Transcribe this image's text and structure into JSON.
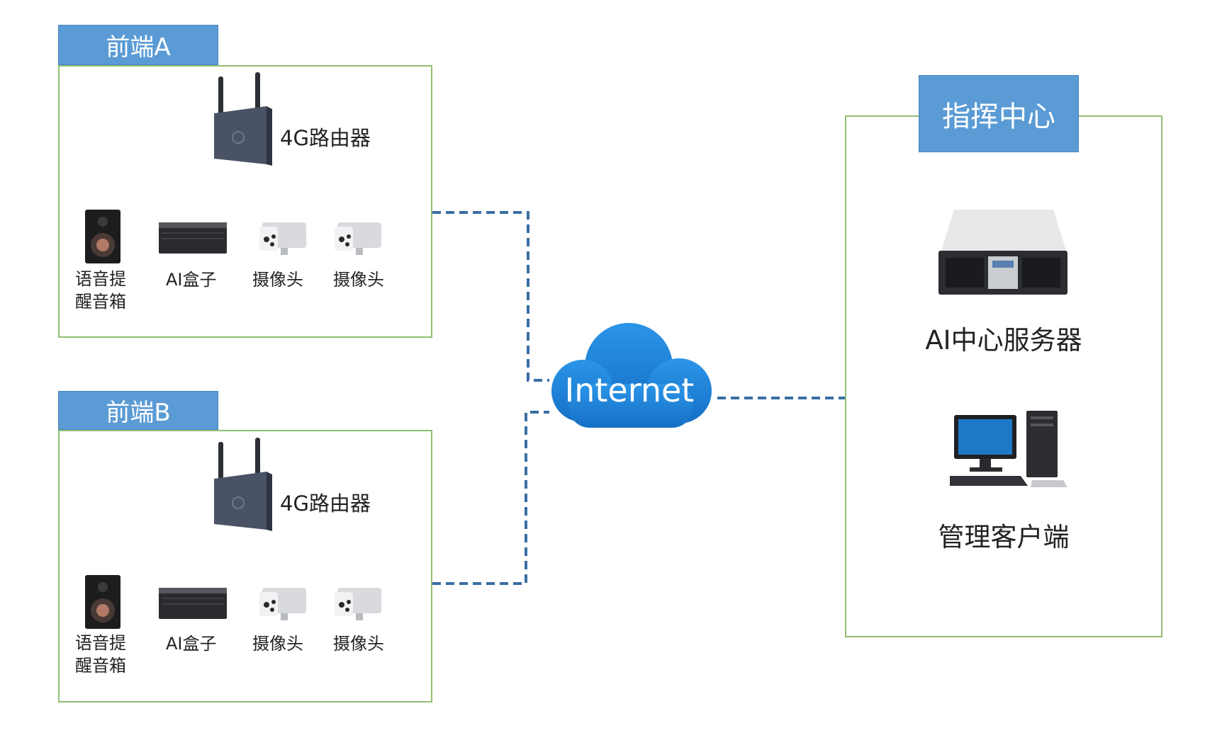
{
  "front_a": {
    "title": "前端A",
    "router": "4G路由器",
    "speaker": "语音提\n醒音箱",
    "ai_box": "AI盒子",
    "camera1": "摄像头",
    "camera2": "摄像头"
  },
  "front_b": {
    "title": "前端B",
    "router": "4G路由器",
    "speaker": "语音提\n醒音箱",
    "ai_box": "AI盒子",
    "camera1": "摄像头",
    "camera2": "摄像头"
  },
  "cloud": {
    "label": "Internet"
  },
  "command_center": {
    "title": "指挥中心",
    "server": "AI中心服务器",
    "client": "管理客户端"
  },
  "colors": {
    "tag_blue": "#5b9bd5",
    "panel_border": "#8fbf73",
    "link_dash": "#3a6ea5",
    "cloud_blue": "#1a7fd6"
  }
}
